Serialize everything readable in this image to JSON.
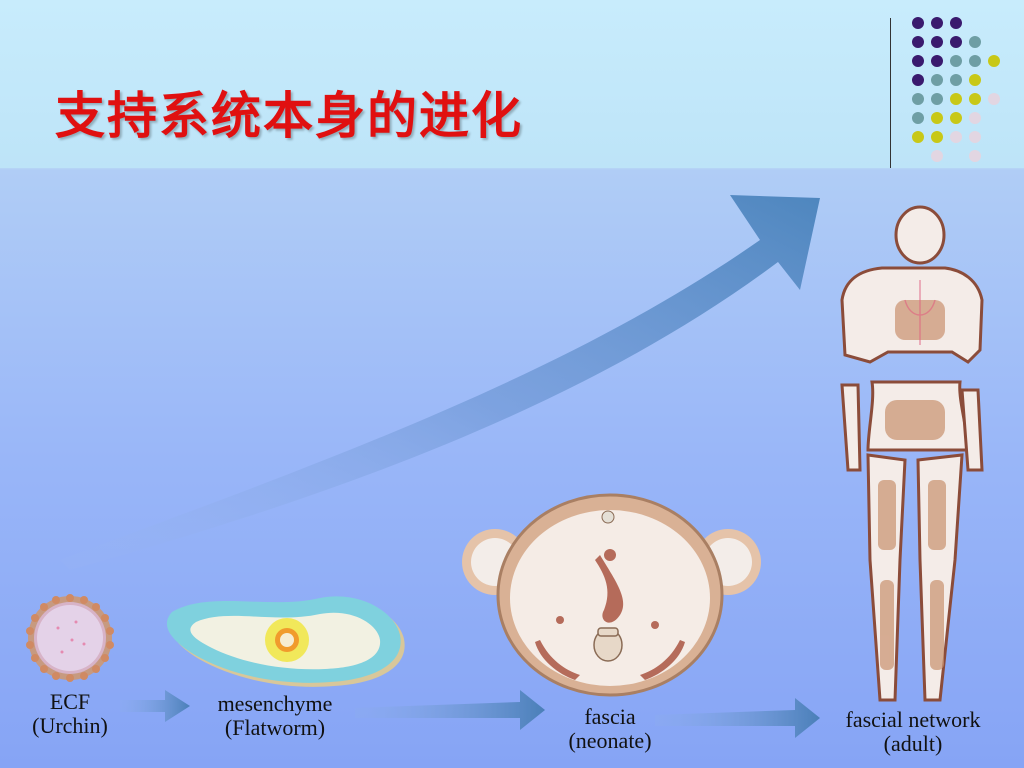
{
  "slide": {
    "title": "支持系统本身的进化"
  },
  "stages": [
    {
      "name": "ECF",
      "organism": "(Urchin)"
    },
    {
      "name": "mesenchyme",
      "organism": "(Flatworm)"
    },
    {
      "name": "fascia",
      "organism": "(neonate)"
    },
    {
      "name": "fascial network",
      "organism": "(adult)"
    }
  ],
  "colors": {
    "title": "#e01010",
    "dot_purple": "#3a1a6e",
    "dot_teal": "#6e9ea4",
    "dot_yellow": "#c8c817",
    "dot_pink": "#e2d6e2",
    "arrow": "#4f86bf"
  },
  "icons": [
    "urchin-cell-image",
    "flatworm-cross-section-image",
    "neonate-cross-section-image",
    "adult-fascial-network-image"
  ]
}
